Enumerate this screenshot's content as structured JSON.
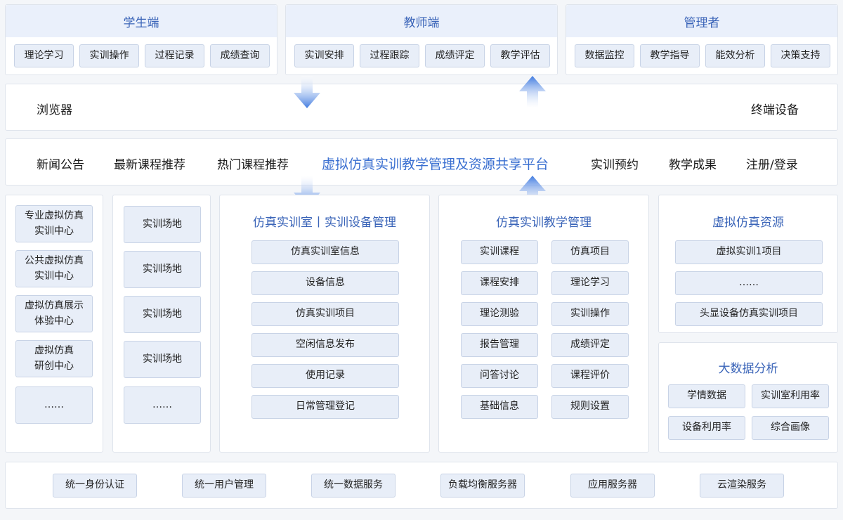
{
  "roles": [
    {
      "title": "学生端",
      "items": [
        "理论学习",
        "实训操作",
        "过程记录",
        "成绩查询"
      ]
    },
    {
      "title": "教师端",
      "items": [
        "实训安排",
        "过程跟踪",
        "成绩评定",
        "教学评估"
      ]
    },
    {
      "title": "管理者",
      "items": [
        "数据监控",
        "教学指导",
        "能效分析",
        "决策支持"
      ]
    }
  ],
  "access_bar": {
    "left": "浏览器",
    "right": "终端设备"
  },
  "portal_bar": {
    "items_left": [
      "新闻公告",
      "最新课程推荐",
      "热门课程推荐"
    ],
    "title": "虚拟仿真实训教学管理及资源共享平台",
    "items_right": [
      "实训预约",
      "教学成果",
      "注册/登录"
    ]
  },
  "centers": [
    "专业虚拟仿真\n实训中心",
    "公共虚拟仿真\n实训中心",
    "虚拟仿真展示\n体验中心",
    "虚拟仿真\n研创中心",
    "……"
  ],
  "sites": [
    "实训场地",
    "实训场地",
    "实训场地",
    "实训场地",
    "……"
  ],
  "lab_mgmt": {
    "title": "仿真实训室丨实训设备管理",
    "items": [
      "仿真实训室信息",
      "设备信息",
      "仿真实训项目",
      "空闲信息发布",
      "使用记录",
      "日常管理登记"
    ]
  },
  "teaching_mgmt": {
    "title": "仿真实训教学管理",
    "left": [
      "实训课程",
      "课程安排",
      "理论测验",
      "报告管理",
      "问答讨论",
      "基础信息"
    ],
    "right": [
      "仿真项目",
      "理论学习",
      "实训操作",
      "成绩评定",
      "课程评价",
      "规则设置"
    ]
  },
  "resources": {
    "title": "虚拟仿真资源",
    "items": [
      "虚拟实训1项目",
      "……",
      "头显设备仿真实训项目"
    ]
  },
  "bigdata": {
    "title": "大数据分析",
    "items": [
      "学情数据",
      "实训室利用率",
      "设备利用率",
      "综合画像"
    ]
  },
  "services": [
    "统一身份认证",
    "统一用户管理",
    "统一数据服务",
    "负载均衡服务器",
    "应用服务器",
    "云渲染服务"
  ],
  "colors": {
    "accent": "#3a6fd1",
    "heading": "#3a64b8",
    "chip_bg": "#e8eef8",
    "chip_border": "#c8d3e6",
    "arrow_top": "#5b8ee6",
    "arrow_bottom": "#ffffff"
  }
}
